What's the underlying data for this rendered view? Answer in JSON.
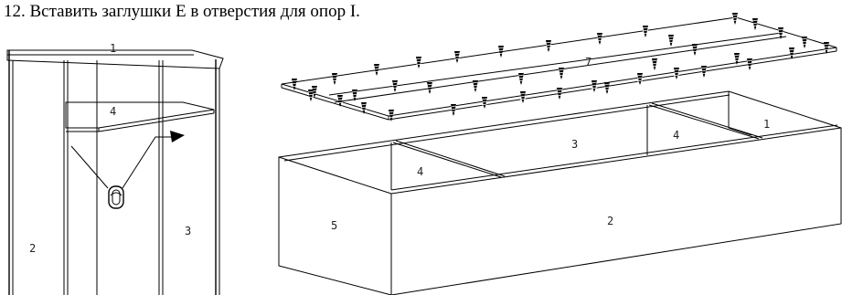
{
  "instruction": "12. Вставить заглушки Е в отверстия для опор I.",
  "cabinet_labels": {
    "top": "1",
    "shelf": "4",
    "left_side": "2",
    "right_side": "3"
  },
  "box_labels": {
    "lid": "7",
    "divider_a": "4",
    "middle": "3",
    "divider_b": "4",
    "end": "1",
    "front": "2",
    "side": "5"
  }
}
